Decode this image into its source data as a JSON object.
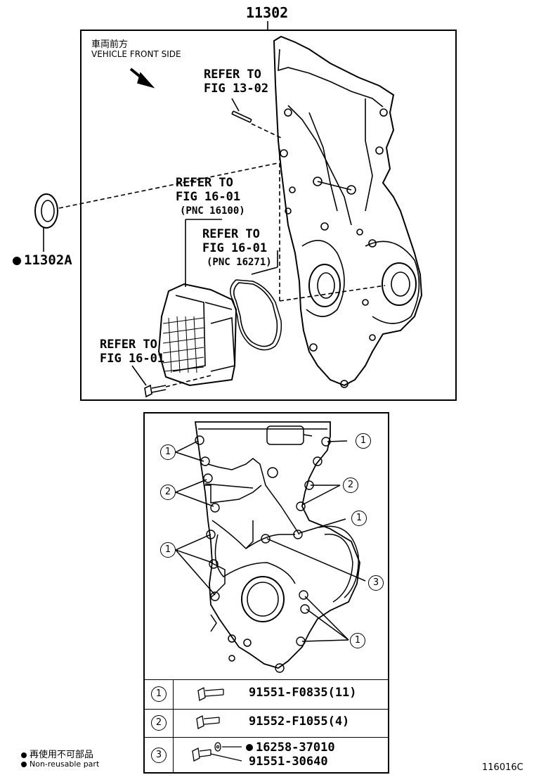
{
  "top": {
    "main_part": "11302",
    "direction_jp": "車両前方",
    "direction_en": "VEHICLE FRONT SIDE",
    "ref_1302": [
      "REFER TO",
      "FIG 13-02"
    ],
    "ref_16100": [
      "REFER TO",
      "FIG 16-01",
      "(PNC 16100)"
    ],
    "ref_16271": [
      "REFER TO",
      "FIG 16-01",
      "(PNC 16271)"
    ],
    "ref_bolt": [
      "REFER TO",
      "FIG 16-01"
    ],
    "seal_part": "11302A"
  },
  "callouts": {
    "c1": "1",
    "c2": "2",
    "c3": "3"
  },
  "table": {
    "rows": [
      {
        "key": "1",
        "parts": [
          "91551-F0835(11)"
        ]
      },
      {
        "key": "2",
        "parts": [
          "91552-F1055(4)"
        ]
      },
      {
        "key": "3",
        "parts": [
          "16258-37010",
          "91551-30640"
        ]
      }
    ]
  },
  "legend": {
    "jp": "再使用不可部品",
    "en": "Non-reusable part"
  },
  "diagram_id": "116016C"
}
